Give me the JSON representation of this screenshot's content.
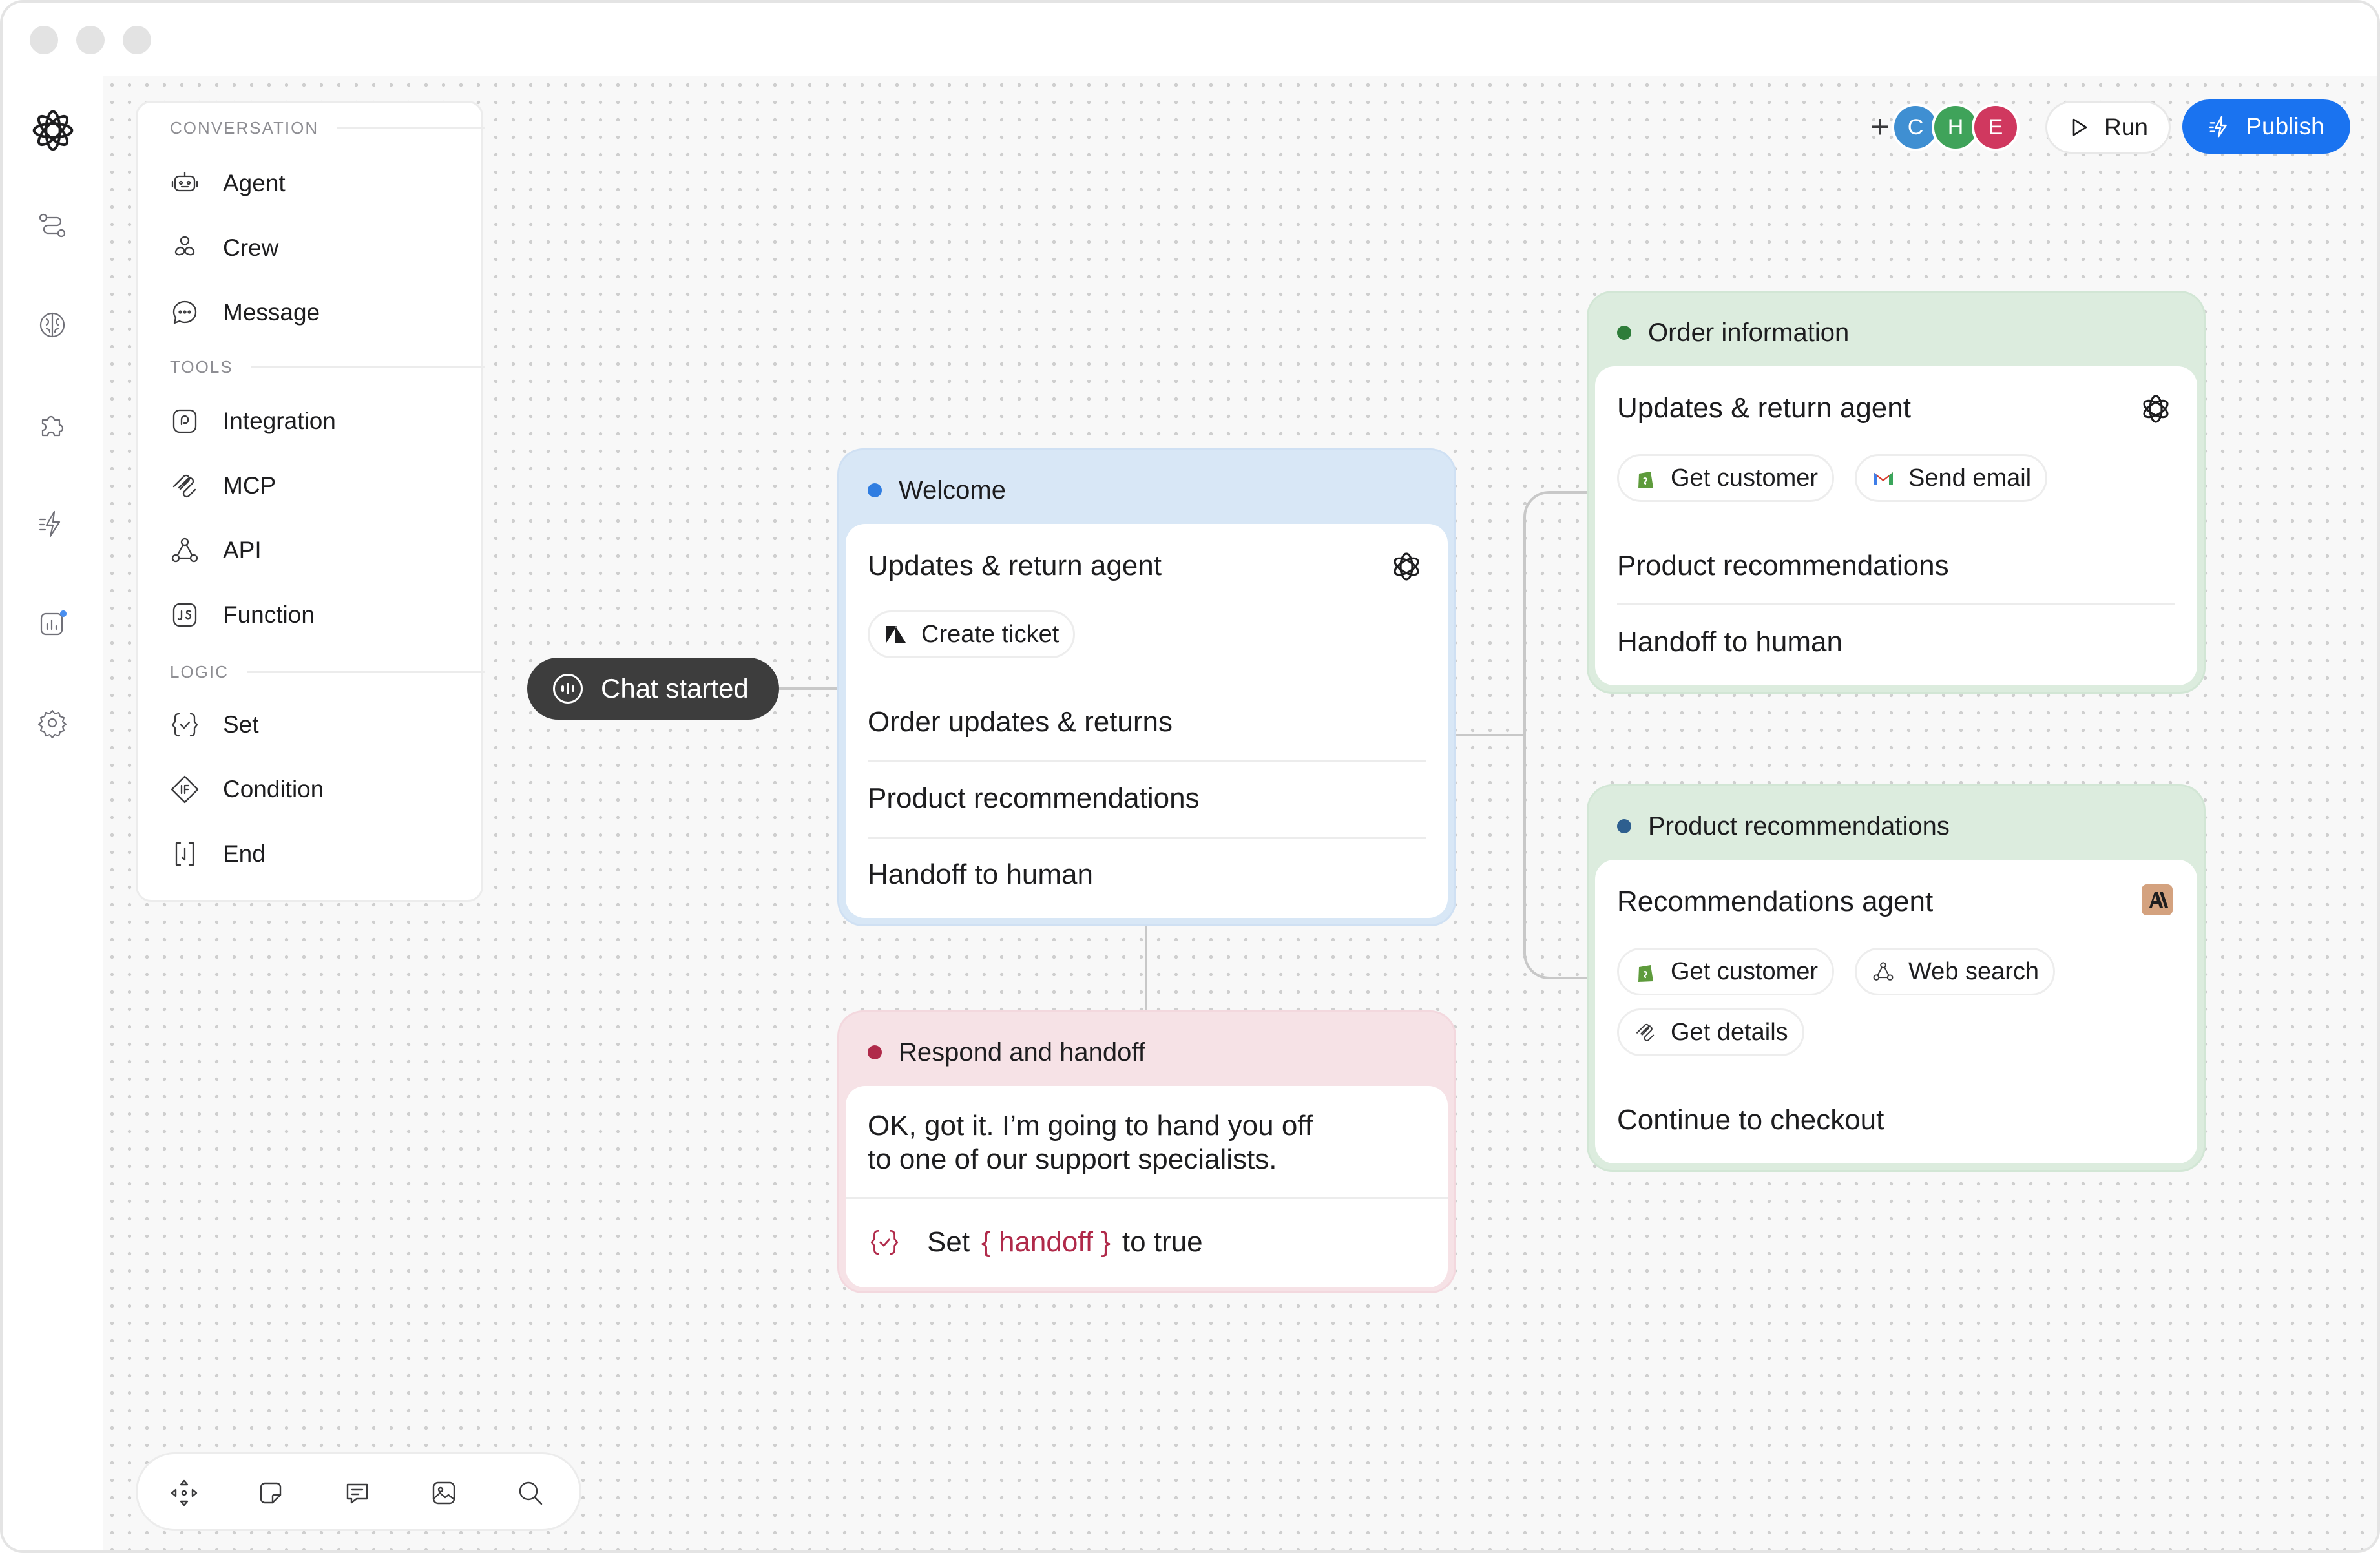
{
  "palette": {
    "sections": {
      "conversation": "CONVERSATION",
      "tools": "TOOLS",
      "logic": "LOGIC"
    },
    "items": {
      "agent": "Agent",
      "crew": "Crew",
      "message": "Message",
      "integration": "Integration",
      "mcp": "MCP",
      "api": "API",
      "function": "Function",
      "set": "Set",
      "condition": "Condition",
      "end": "End"
    }
  },
  "toolbar": {
    "add": "+",
    "avatars": [
      {
        "initial": "C",
        "color": "#3f8fd2"
      },
      {
        "initial": "H",
        "color": "#3fa35a"
      },
      {
        "initial": "E",
        "color": "#d0385f"
      }
    ],
    "run_label": "Run",
    "publish_label": "Publish",
    "publish_color": "#1a73f0"
  },
  "start": {
    "label": "Chat started"
  },
  "welcome": {
    "title": "Welcome",
    "dot_color": "#2f7de1",
    "agent": "Updates & return agent",
    "agent_logo": "openai-icon",
    "chip": "Create ticket",
    "chip_icon": "zendesk-icon",
    "routes": [
      "Order updates & returns",
      "Product recommendations",
      "Handoff to human"
    ]
  },
  "respond": {
    "title": "Respond and handoff",
    "dot_color": "#b02a4a",
    "message_line1": "OK, got it. I’m going to hand you off",
    "message_line2": "to one of our support specialists.",
    "set_prefix": "Set",
    "set_var": "{ handoff }",
    "set_suffix": "to true"
  },
  "order": {
    "title": "Order information",
    "dot_color": "#2e7d3a",
    "agent": "Updates & return agent",
    "agent_logo": "openai-icon",
    "chips": [
      "Get customer",
      "Send email"
    ],
    "routes": [
      "Product recommendations",
      "Handoff to human"
    ]
  },
  "product": {
    "title": "Product recommendations",
    "dot_color": "#2e5f8f",
    "agent": "Recommendations agent",
    "agent_logo": "anthropic-icon",
    "chips": [
      "Get customer",
      "Web search",
      "Get details"
    ],
    "routes": [
      "Continue to checkout"
    ]
  }
}
